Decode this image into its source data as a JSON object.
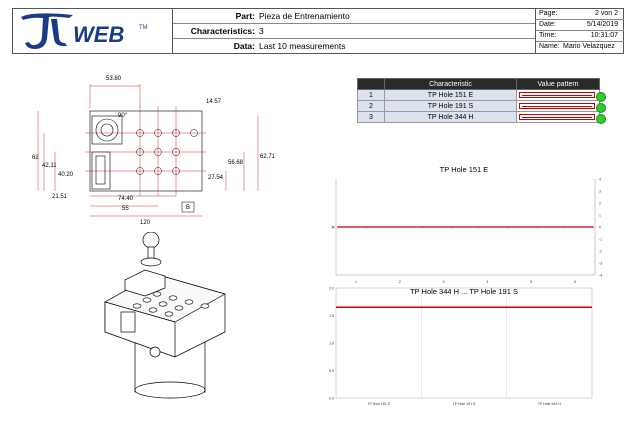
{
  "header": {
    "logo_text": "WEB",
    "logo_tm": "TM",
    "part_label": "Part:",
    "part_value": "Pieza de Entrenamiento",
    "characteristics_label": "Characteristics:",
    "characteristics_value": "3",
    "data_label": "Data:",
    "data_value": "Last 10 measurements",
    "page_label": "Page:",
    "page_value": "2 von 2",
    "date_label": "Date:",
    "date_value": "5/14/2019",
    "time_label": "Time:",
    "time_value": "10:31:07",
    "name_label": "Name:",
    "name_value": "Mario Velazquez"
  },
  "drawing": {
    "dims": [
      "53.80",
      "14.57",
      "90°",
      "62",
      "42.11",
      "40.20",
      "21.51",
      "74.40",
      "55",
      "120",
      "56.68",
      "27.54",
      "62.71",
      "B"
    ]
  },
  "table": {
    "headers": [
      "Characteristic",
      "Value pattern"
    ],
    "rows": [
      {
        "index": "1",
        "name": "TP Hole 151 E",
        "status": "ok"
      },
      {
        "index": "2",
        "name": "TP Hole 191 S",
        "status": "ok"
      },
      {
        "index": "3",
        "name": "TP Hole 344 H",
        "status": "ok"
      }
    ]
  },
  "chart_data": [
    {
      "type": "line",
      "title": "TP Hole 151 E",
      "x": [
        1,
        2,
        3,
        4,
        5,
        6
      ],
      "series": [
        {
          "values": [
            0,
            0,
            0,
            0,
            0,
            0,
            0,
            0,
            0,
            0
          ],
          "color": "#cc0000"
        }
      ],
      "x_ticks": [
        "1",
        "2",
        "3",
        "4",
        "5",
        "6"
      ],
      "y_ticks": [
        "4",
        "3",
        "2",
        "1",
        "0",
        "-1",
        "-2",
        "-3",
        "-4"
      ],
      "ylim": [
        -4,
        4
      ]
    },
    {
      "type": "bar",
      "title": "TP Hole 344 H ... TP Hole 191 S",
      "categories": [
        "TP Hole 151 E",
        "TP Hole 191 S",
        "TP Hole 344 H"
      ],
      "values": [
        1.65,
        1.65,
        1.65
      ],
      "line_color": "#cc0000",
      "y_ticks": [
        "2.0",
        "1.5",
        "1.0",
        "0.5",
        "0.0"
      ],
      "ylim": [
        0,
        2
      ]
    }
  ]
}
